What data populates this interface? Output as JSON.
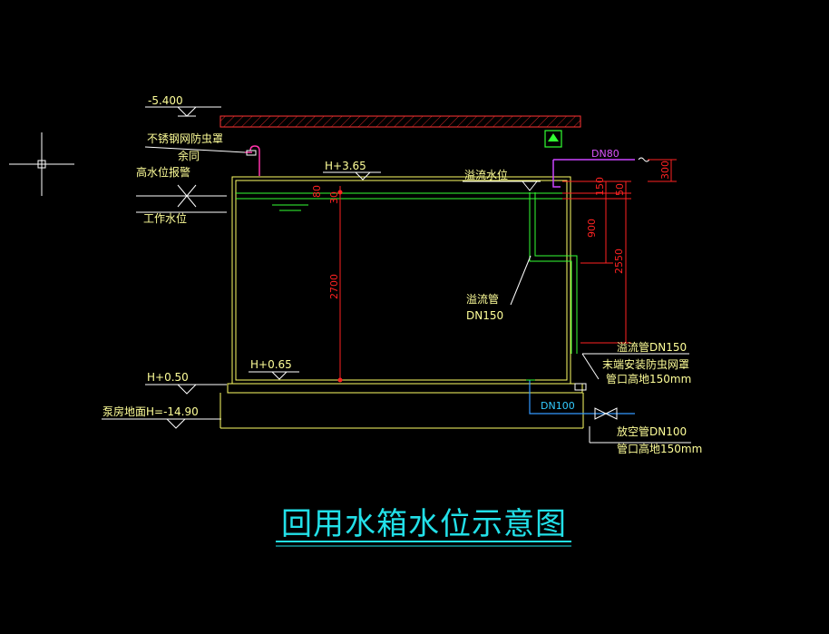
{
  "title": "回用水箱水位示意图",
  "levels": {
    "roof": "-5.400",
    "tank_top": "H+3.65",
    "tank_bottom": "H+0.65",
    "base_top": "H+0.50",
    "pump_floor": "泵房地面H=-14.90"
  },
  "labels": {
    "vent_cap": "不锈钢网防虫罩",
    "vent_same": "余同",
    "high_alarm": "高水位报警",
    "work_level": "工作水位",
    "overflow_level": "溢流水位",
    "overflow_pipe": "溢流管",
    "overflow_dn": "DN150",
    "overflow_pipe_out": "溢流管DN150",
    "end_mesh": "末端安装防虫网罩",
    "pipe_height_1": "管口高地150mm",
    "drain_dn": "DN100",
    "vent_pipe": "放空管DN100",
    "pipe_height_2": "管口高地150mm",
    "inlet_dn": "DN80"
  },
  "dims": {
    "d300": "300",
    "d150": "150",
    "d50": "50",
    "d900": "900",
    "d2550": "2550",
    "d2700": "2700",
    "d80": "80",
    "d30": "30"
  },
  "colors": {
    "background": "#000000",
    "tank": "#ffff66",
    "dimension": "#ff2222",
    "pipe": "#33ff33",
    "drain": "#3399ff",
    "inlet": "#cc44ff",
    "title": "#22e0e8"
  }
}
